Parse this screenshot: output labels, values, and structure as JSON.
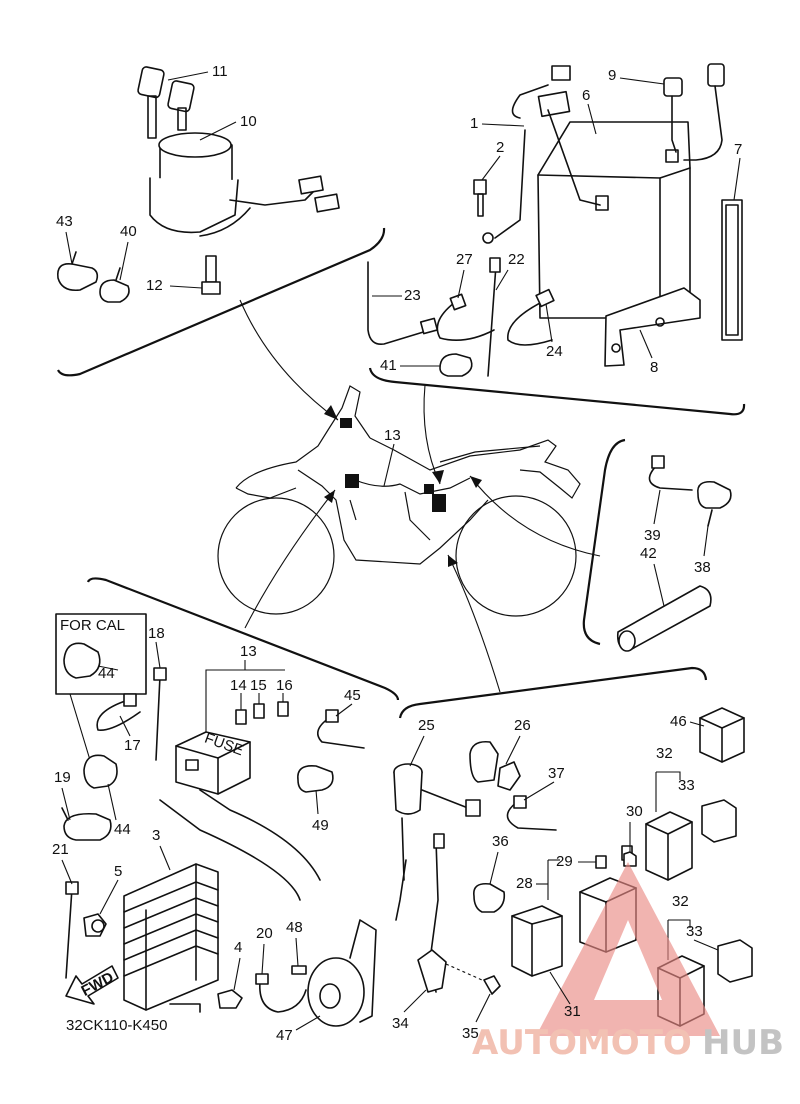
{
  "diagram": {
    "code": "32CK110-K450",
    "note_box": "FOR CAL",
    "fwd_label": "FWD",
    "fuse_label": "FUSE",
    "watermark": {
      "part1": "AUTOMOTO",
      "part2": "HUB",
      "color1": "#f0b7a6",
      "color2": "#b9b9b9",
      "triangle_color": "#e98a84"
    },
    "callouts": [
      "1",
      "2",
      "3",
      "4",
      "5",
      "6",
      "7",
      "8",
      "9",
      "10",
      "11",
      "12",
      "13",
      "14",
      "15",
      "16",
      "17",
      "18",
      "19",
      "20",
      "21",
      "22",
      "23",
      "24",
      "25",
      "26",
      "27",
      "28",
      "29",
      "30",
      "31",
      "32",
      "33",
      "34",
      "35",
      "36",
      "37",
      "38",
      "39",
      "40",
      "41",
      "42",
      "43",
      "44",
      "45",
      "46",
      "47",
      "48",
      "49"
    ]
  }
}
